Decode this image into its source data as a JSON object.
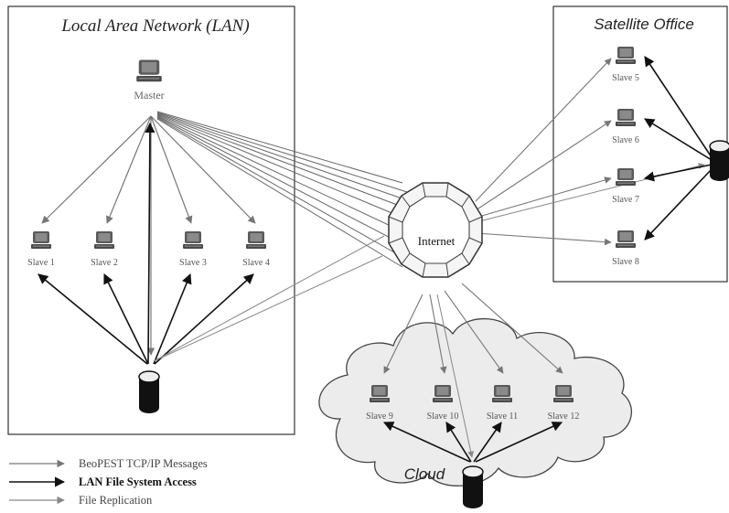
{
  "lan": {
    "title": "Local Area Network (LAN)",
    "master_label": "Master",
    "slaves": [
      "Slave 1",
      "Slave 2",
      "Slave 3",
      "Slave 4"
    ]
  },
  "satellite": {
    "title": "Satellite Office",
    "slaves": [
      "Slave 5",
      "Slave 6",
      "Slave 7",
      "Slave 8"
    ]
  },
  "internet": {
    "label": "Internet"
  },
  "cloud": {
    "title": "Cloud",
    "slaves": [
      "Slave 9",
      "Slave 10",
      "Slave 11",
      "Slave 12"
    ]
  },
  "legend": {
    "items": [
      {
        "label": "BeoPEST TCP/IP Messages",
        "color": "#777777"
      },
      {
        "label": "LAN File System Access",
        "color": "#111111"
      },
      {
        "label": "File Replication",
        "color": "#888888"
      }
    ]
  },
  "colors": {
    "message": "#777777",
    "lan_access": "#111111",
    "replication": "#888888"
  }
}
